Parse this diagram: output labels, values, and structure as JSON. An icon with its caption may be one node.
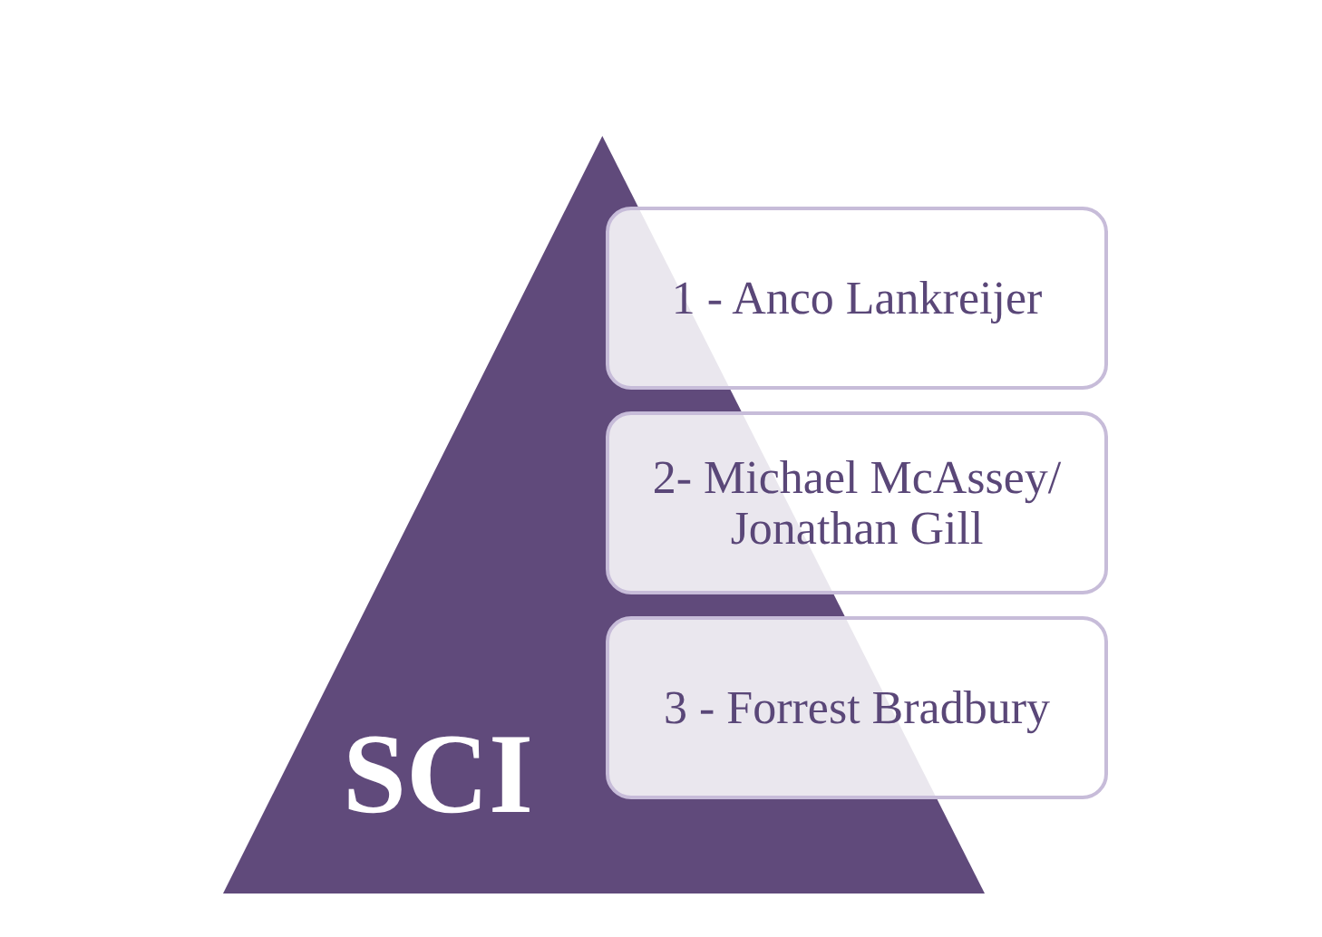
{
  "diagram": {
    "nodes": [
      {
        "text": [
          "SCI"
        ]
      },
      {
        "text": [
          "1 - Anco Lankreijer"
        ]
      },
      {
        "text": [
          "2- Michael McAssey/ Jonathan Gill"
        ]
      },
      {
        "text": [
          "3 - Forrest Bradbury"
        ]
      }
    ]
  }
}
